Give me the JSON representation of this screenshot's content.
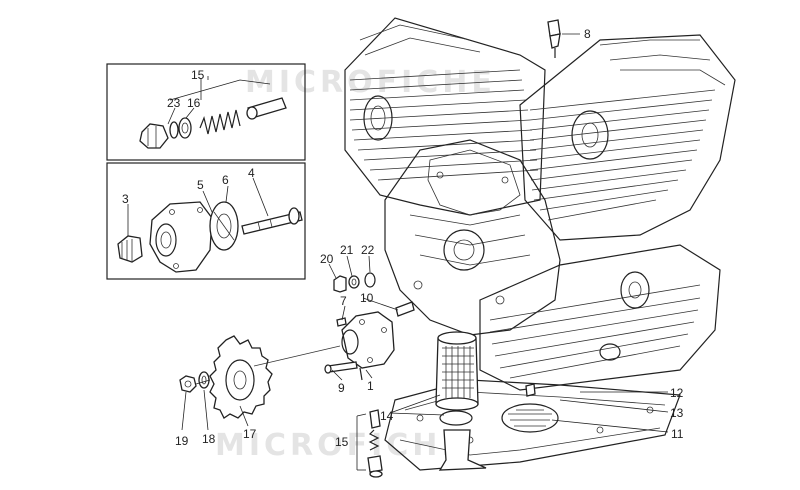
{
  "watermark": "MICROFICHE",
  "callouts": {
    "c1": "1",
    "c3": "3",
    "c4": "4",
    "c5": "5",
    "c6": "6",
    "c7": "7",
    "c8": "8",
    "c9": "9",
    "c10": "10",
    "c11": "11",
    "c12": "12",
    "c13": "13",
    "c14": "14",
    "c15_top": "15",
    "c15_bottom": "15",
    "c16": "16",
    "c17": "17",
    "c18": "18",
    "c19": "19",
    "c20": "20",
    "c21": "21",
    "c22": "22",
    "c23": "23"
  }
}
